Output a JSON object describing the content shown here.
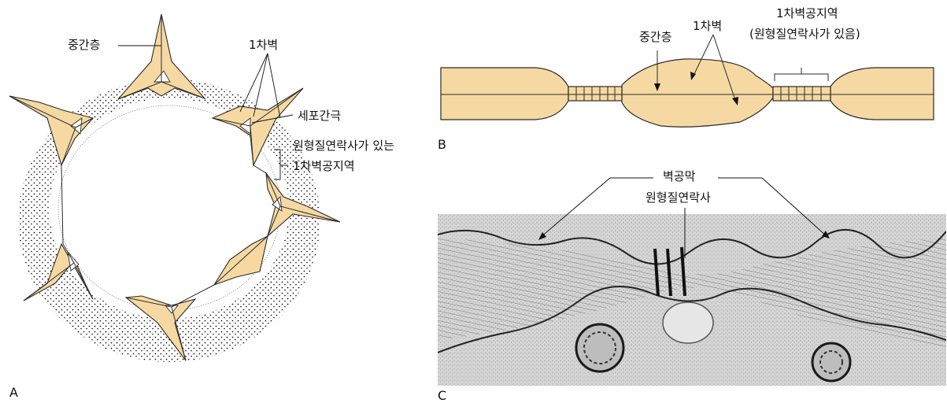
{
  "colors": {
    "wall_fill": "#f6d9a2",
    "outline": "#2a2a2a",
    "stipple": "#1a1a1a",
    "micro_bg": "#cfcfcf"
  },
  "panel_a": {
    "letter": "A",
    "label_middle_lamella": "중간층",
    "label_primary_wall": "1차벽",
    "label_intercellular_space": "세포간극",
    "label_pit_field_line1": "원형질연락사가 있는",
    "label_pit_field_line2": "1차벽공지역"
  },
  "panel_b": {
    "letter": "B",
    "label_pit_field_line1": "1차벽공지역",
    "label_pit_field_line2": "(원형질연락사가 있음)",
    "label_middle_lamella": "중간층",
    "label_primary_wall": "1차벽"
  },
  "panel_c": {
    "letter": "C",
    "label_pit_membrane": "벽공막",
    "label_plasmodesmata": "원형질연락사"
  }
}
